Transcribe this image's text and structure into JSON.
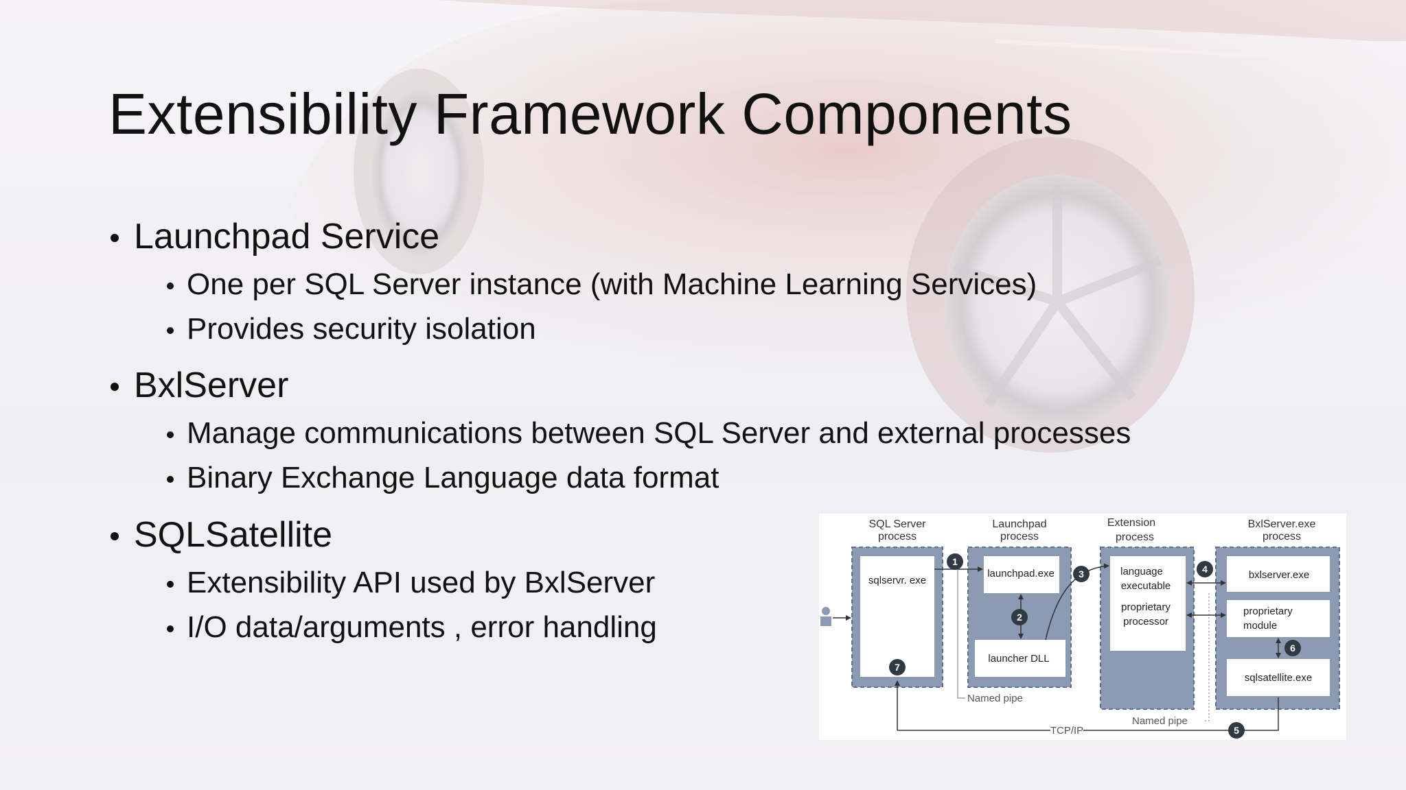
{
  "slide": {
    "title": "Extensibility Framework Components",
    "bullets": [
      {
        "text": "Launchpad Service",
        "sub": [
          "One per SQL Server instance (with Machine Learning Services)",
          "Provides security isolation"
        ]
      },
      {
        "text": "BxlServer",
        "sub": [
          "Manage communications between SQL Server and external processes",
          "Binary Exchange Language data format"
        ]
      },
      {
        "text": "SQLSatellite",
        "sub": [
          "Extensibility API used by BxlServer",
          "I/O data/arguments , error handling"
        ]
      }
    ]
  },
  "diagram": {
    "processes": {
      "sql_server": [
        "SQL Server",
        "process"
      ],
      "launchpad": [
        "Launchpad",
        "process"
      ],
      "extension": [
        "Extension",
        "process"
      ],
      "bxlserver": [
        "BxlServer.exe",
        "process"
      ]
    },
    "boxes": {
      "sqlservr": "sqlservr.  exe",
      "launchpad_exe": "launchpad.exe",
      "launcher_dll": "launcher DLL",
      "language_executable": [
        "language",
        "executable"
      ],
      "proprietary_processor": [
        "proprietary",
        "processor"
      ],
      "bxlserver_exe": "bxlserver.exe",
      "proprietary_module": [
        "proprietary",
        "module"
      ],
      "sqlsatellite_exe": "sqlsatellite.exe"
    },
    "labels": {
      "named_pipe_1": "Named pipe",
      "named_pipe_2": "Named pipe",
      "tcp_ip": "TCP/IP"
    },
    "steps": [
      "1",
      "2",
      "3",
      "4",
      "5",
      "6",
      "7"
    ],
    "colors": {
      "process_fill": "#8b9bb4",
      "process_border": "#5d6f8c",
      "step_badge": "#2f3a45"
    }
  }
}
